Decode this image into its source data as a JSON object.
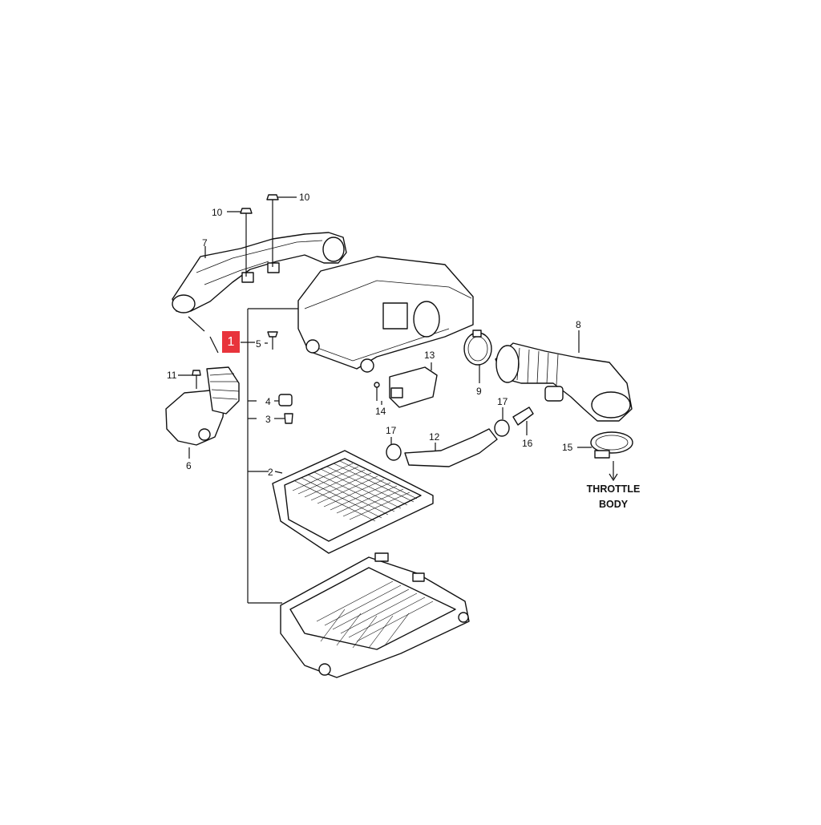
{
  "callout_main": "1",
  "labels": {
    "p2": "2",
    "p3": "3",
    "p4": "4",
    "p5": "5",
    "p6": "6",
    "p7": "7",
    "p8": "8",
    "p9": "9",
    "p10a": "10",
    "p10b": "10",
    "p11": "11",
    "p12": "12",
    "p13": "13",
    "p14": "14",
    "p15": "15",
    "p16": "16",
    "p17a": "17",
    "p17b": "17"
  },
  "destination": {
    "line1": "THROTTLE",
    "line2": "BODY"
  },
  "colors": {
    "callout": "#e8343c",
    "ink": "#111111",
    "paper": "#ffffff"
  }
}
